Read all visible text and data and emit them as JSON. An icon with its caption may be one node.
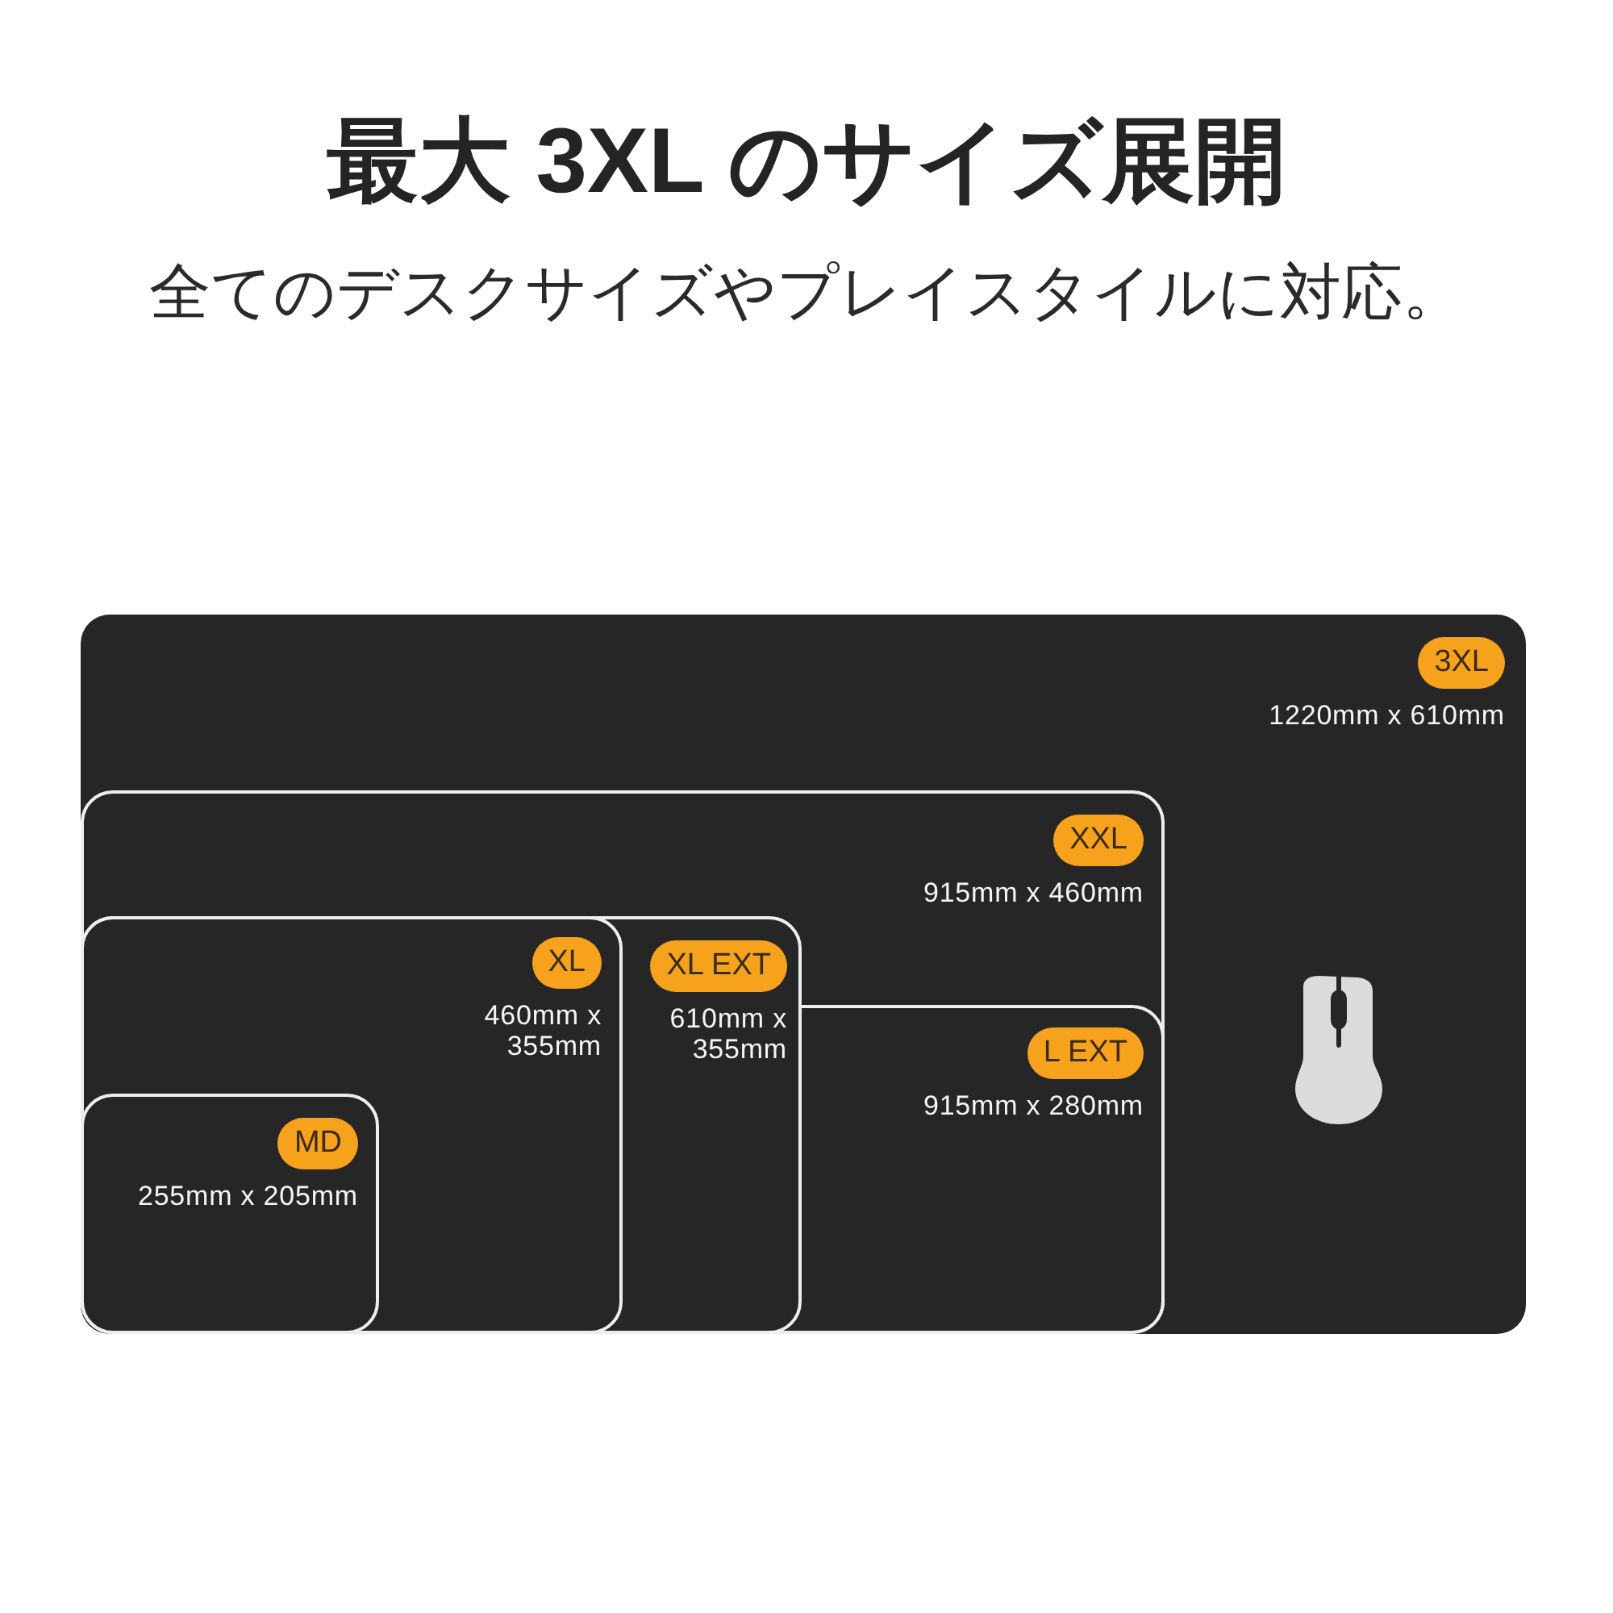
{
  "diagram": {
    "title": "最大 3XL のサイズ展開",
    "nodes": [
      {
        "text": [
          "3XL",
          "1220mm x 610mm"
        ]
      },
      {
        "text": [
          "XXL",
          "915mm x 460mm"
        ],
        "in": 0
      },
      {
        "text": [
          "XL EXT",
          "610mm x 355mm"
        ],
        "in": 1
      },
      {
        "text": [
          "XL",
          "460mm x 355mm"
        ],
        "in": 2
      },
      {
        "text": [
          "L EXT",
          "915mm x 280mm"
        ],
        "in": 1
      },
      {
        "text": [
          "MD",
          "255mm x 205mm"
        ],
        "in": 3
      }
    ],
    "labels": [
      "全てのデスクサイズやプレイスタイルに対応。"
    ]
  }
}
